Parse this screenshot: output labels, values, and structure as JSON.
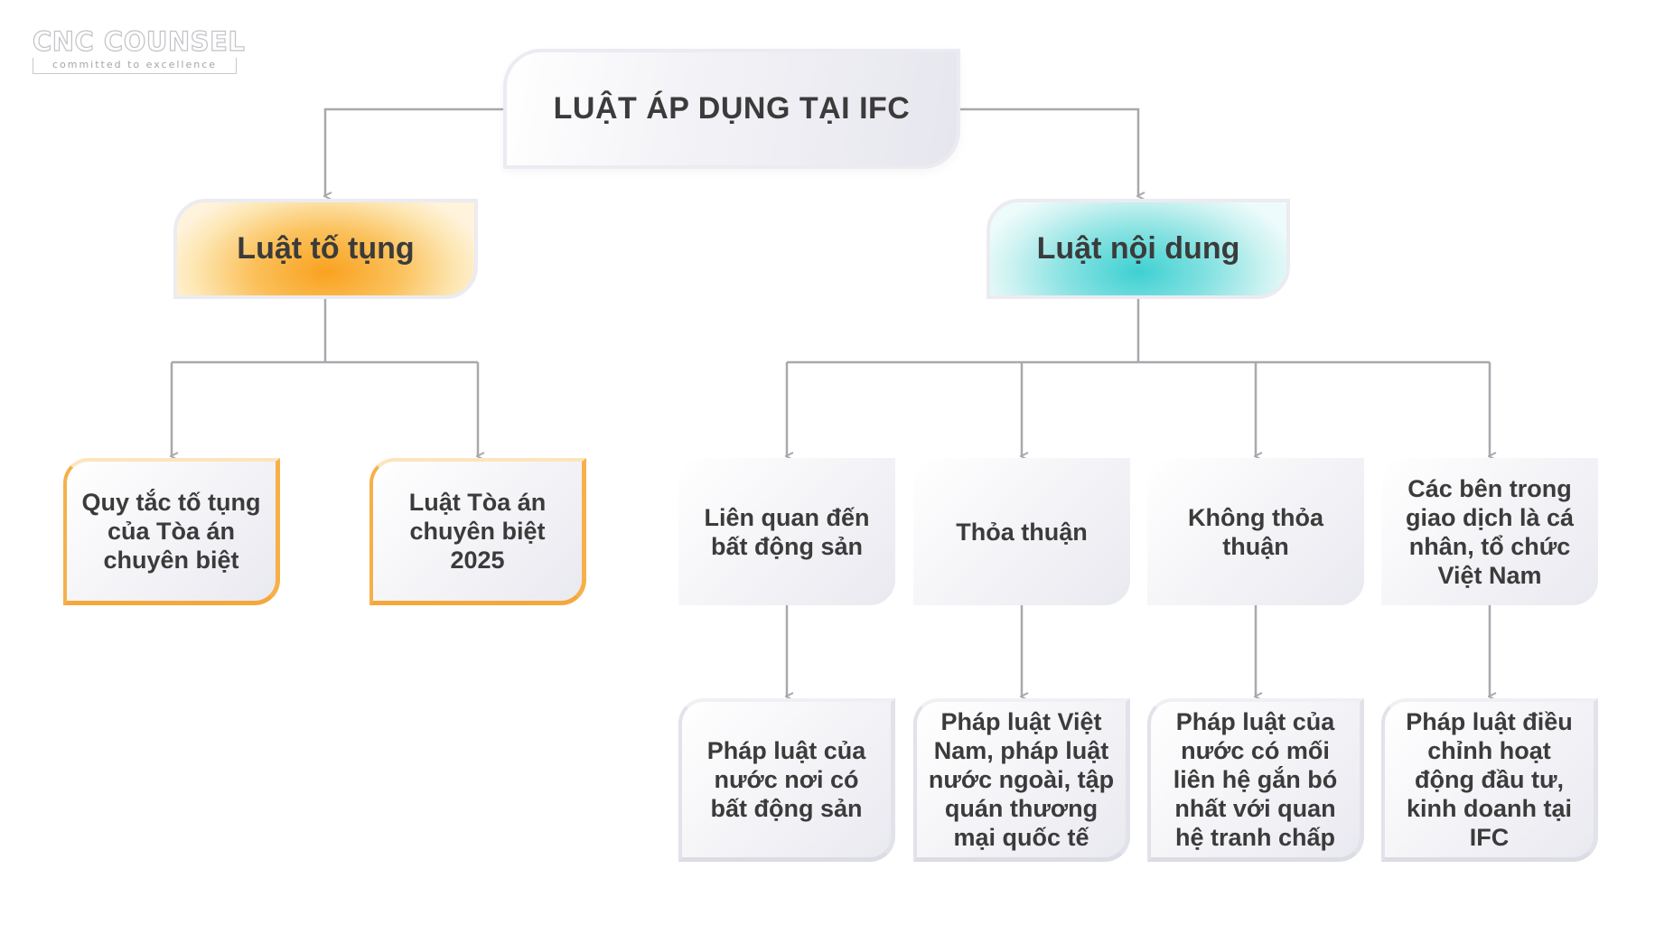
{
  "logo": {
    "name": "CNC COUNSEL",
    "tagline": "committed to excellence"
  },
  "diagram": {
    "title": "LUẬT ÁP DỤNG TẠI IFC",
    "procedural": {
      "label": "Luật tố tụng",
      "children": [
        "Quy tắc tố tụng của Tòa án chuyên biệt",
        "Luật Tòa án chuyên biệt 2025"
      ]
    },
    "substantive": {
      "label": "Luật nội dung",
      "cases": [
        {
          "condition": "Liên quan đến bất động sản",
          "law": "Pháp luật của nước nơi có bất động sản"
        },
        {
          "condition": "Thỏa thuận",
          "law": "Pháp luật Việt Nam, pháp luật nước ngoài, tập quán thương mại quốc tế"
        },
        {
          "condition": "Không thỏa thuận",
          "law": "Pháp luật của nước có mối liên hệ gắn bó nhất với quan hệ tranh chấp"
        },
        {
          "condition": "Các bên trong giao dịch là cá nhân, tổ chức Việt Nam",
          "law": "Pháp luật điều chỉnh hoạt động đầu tư, kinh doanh tại IFC"
        }
      ]
    }
  },
  "colors": {
    "connector": "#a8a8ad",
    "procedural_accent": "#f9a21f",
    "substantive_accent": "#3ed0d2",
    "text": "#3b3b3b"
  }
}
